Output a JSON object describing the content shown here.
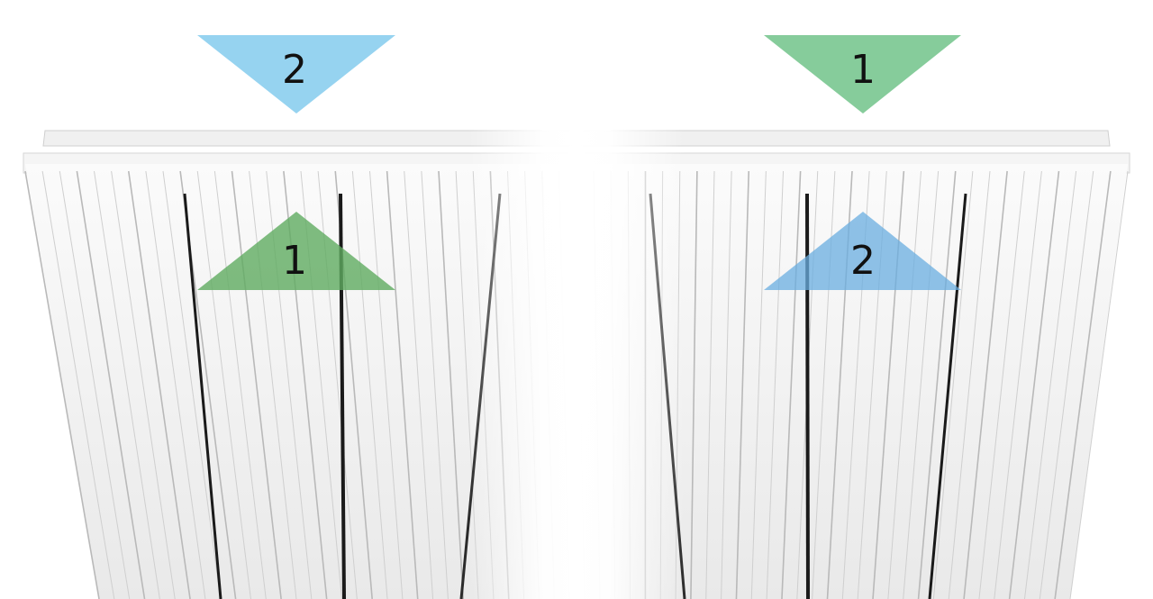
{
  "markers": [
    {
      "id": "left-top",
      "label": "2",
      "direction": "down",
      "color": "#96d3f0",
      "opacity": 1.0
    },
    {
      "id": "right-top",
      "label": "1",
      "direction": "down",
      "color": "#86cc9b",
      "opacity": 1.0
    },
    {
      "id": "left-inner",
      "label": "1",
      "direction": "up",
      "color": "#5fab60",
      "opacity": 0.8
    },
    {
      "id": "right-inner",
      "label": "2",
      "direction": "up",
      "color": "#6aaee0",
      "opacity": 0.75
    }
  ],
  "colors": {
    "panel": "#f3f3f3",
    "panel_shadow": "#cfcfcf",
    "rib_dark": "#b9b9b9",
    "gap": "#1a1a1a",
    "center_glow": "#ffffff"
  }
}
